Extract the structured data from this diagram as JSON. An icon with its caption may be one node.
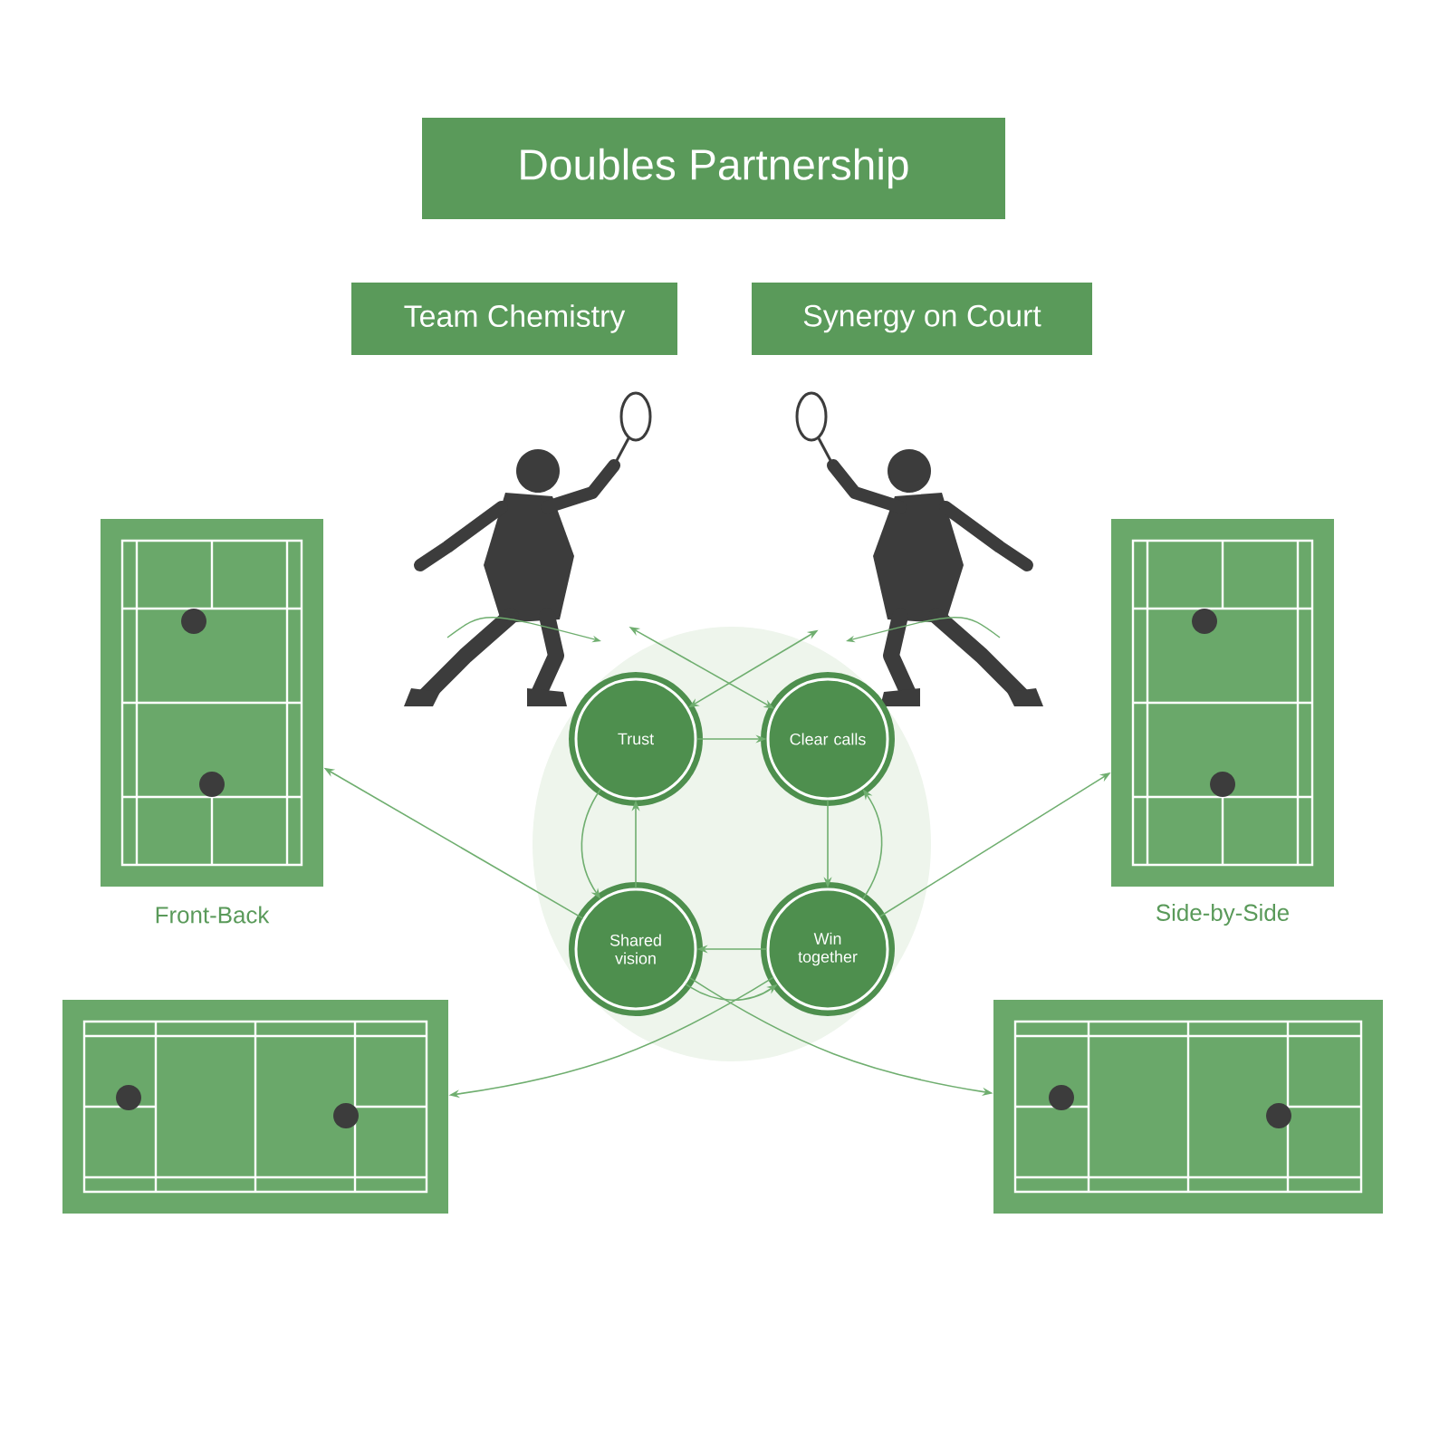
{
  "diagram": {
    "title": "Doubles Partnership",
    "nodes": [
      {
        "text": [
          "Team Chemistry"
        ]
      },
      {
        "text": [
          "Synergy on Court"
        ]
      },
      {
        "text": [],
        "shape": "person"
      },
      {
        "text": [],
        "shape": "person"
      },
      {
        "text": [
          "Trust"
        ]
      },
      {
        "text": [
          "Clear calls"
        ]
      },
      {
        "text": [
          "Shared vision"
        ]
      },
      {
        "text": [
          "Win together"
        ]
      },
      {
        "text": [],
        "shape": "picture",
        "beside": [
          "Front-Back"
        ]
      },
      {
        "text": [],
        "shape": "picture",
        "beside": [
          "Side-by-Side"
        ]
      },
      {
        "text": [],
        "shape": "picture"
      },
      {
        "text": [],
        "shape": "picture"
      }
    ],
    "edges": [
      {
        "from": 4,
        "to": 5,
        "arrow": "to"
      },
      {
        "from": 5,
        "to": 7,
        "arrow": "to"
      },
      {
        "from": 7,
        "to": 5,
        "arrow": "to"
      },
      {
        "from": 7,
        "to": 6,
        "arrow": "to"
      },
      {
        "from": 6,
        "to": 7,
        "arrow": "to"
      },
      {
        "from": 6,
        "to": 4,
        "arrow": "to"
      },
      {
        "from": 4,
        "to": 6,
        "arrow": "to"
      },
      {
        "from": 5,
        "to": 2,
        "arrow": "both"
      },
      {
        "from": 4,
        "to": 3,
        "arrow": "both"
      },
      {
        "from": 6,
        "to": 8,
        "arrow": "to"
      },
      {
        "from": 7,
        "to": 9,
        "arrow": "to"
      },
      {
        "from": 7,
        "to": 10,
        "arrow": "to"
      },
      {
        "from": 6,
        "to": 11,
        "arrow": "to"
      }
    ]
  }
}
